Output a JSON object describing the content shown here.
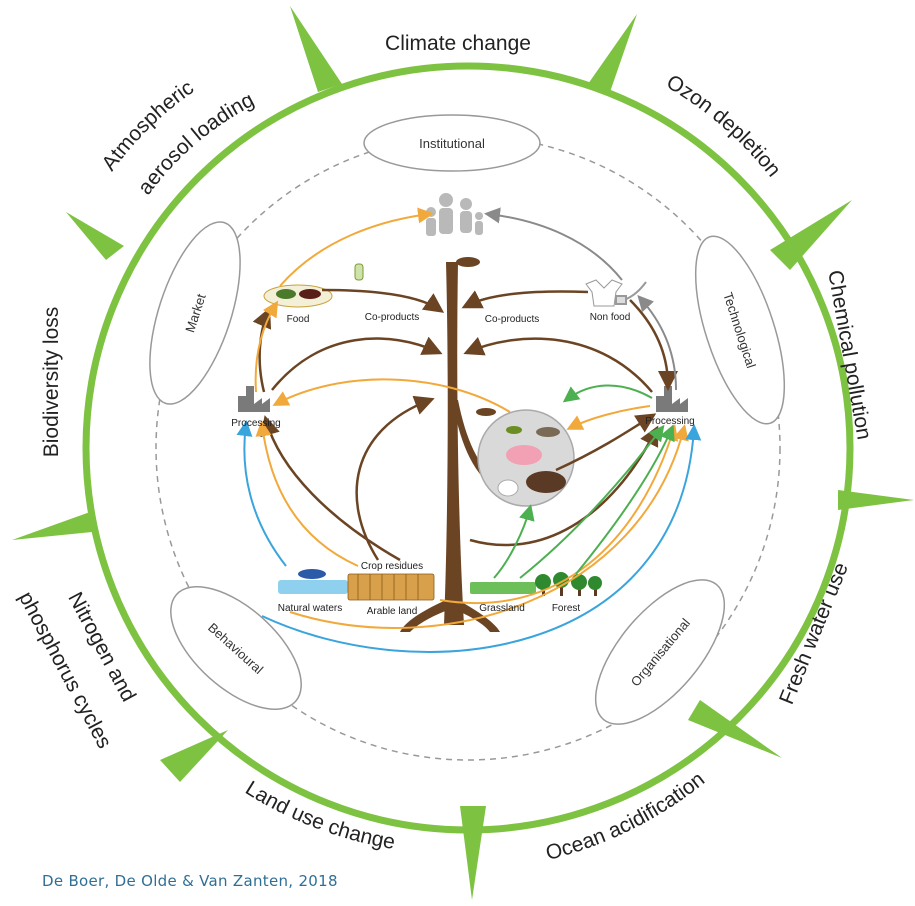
{
  "boundaries": {
    "climate_change": "Climate change",
    "ozone_depletion": "Ozon depletion",
    "chemical_pollution": "Chemical pollution",
    "fresh_water_use": "Fresh water use",
    "ocean_acidification": "Ocean acidification",
    "land_use_change": "Land use change",
    "nitrogen_phosphorus_line1": "Nitrogen and",
    "nitrogen_phosphorus_line2": "phosphorus cycles",
    "biodiversity_loss": "Biodiversity loss",
    "aerosol_line1": "Atmospheric",
    "aerosol_line2": "aerosol loading"
  },
  "dimensions": {
    "institutional": "Institutional",
    "market": "Market",
    "technological": "Technological",
    "behavioural": "Behavioural",
    "organisational": "Organisational"
  },
  "nodes": {
    "food": "Food",
    "co_products_left": "Co-products",
    "co_products_right": "Co-products",
    "non_food": "Non food",
    "processing_left": "Processing",
    "processing_right": "Processing",
    "crop_residues": "Crop residues",
    "natural_waters": "Natural waters",
    "arable_land": "Arable land",
    "grassland": "Grassland",
    "forest": "Forest"
  },
  "colors": {
    "ring": "#7dc241",
    "spike": "#7dc241",
    "brown": "#6b4423",
    "orange": "#f2a93b",
    "blue": "#3aa4dc",
    "green": "#4caf50",
    "grey_arrow": "#8a8a8a",
    "citation": "#2f6f96"
  },
  "citation": "De Boer, De Olde & Van Zanten, 2018"
}
